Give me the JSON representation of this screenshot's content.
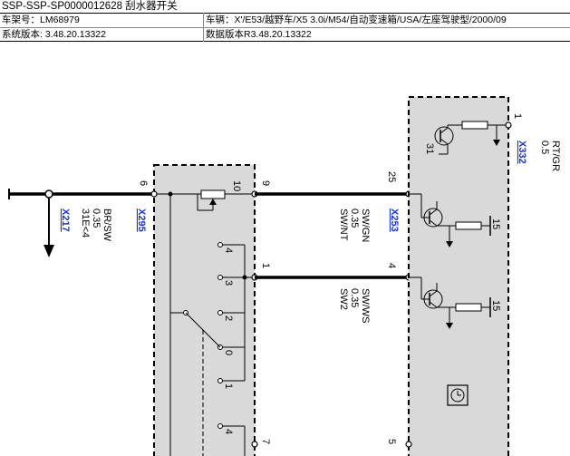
{
  "header": {
    "title": "SSP-SSP-SP0000012628 刮水器开关",
    "frame_no": "车架号：LM68979",
    "vehicle": "车辆：X'/E53/越野车/X5 3.0i/M54/自动变速箱/USA/左座驾驶型/2000/09",
    "system_version": "系统版本: 3.48.20.13322",
    "data_version": "数据版本R3.48.20.13322"
  },
  "wires": {
    "left": {
      "connector": "X217",
      "pin_code": "31E<4",
      "gauge": "0.35",
      "color": "BR/SW"
    },
    "middle_top": {
      "gauge": "0.35",
      "signal": "SW/NT",
      "color": "SW/GN"
    },
    "middle_bottom": {
      "gauge": "0.35",
      "signal": "SW2",
      "color": "SW/WS"
    },
    "right": {
      "gauge": "0.5",
      "color": "RT/GR"
    }
  },
  "connectors": {
    "x295": "X295",
    "x253": "X253",
    "x332": "X332"
  },
  "switch_pins": {
    "p6": "6",
    "p10": "10",
    "p9": "9",
    "p1": "1",
    "p7": "7"
  },
  "switch_contacts": {
    "c4a": "4",
    "c3": "3",
    "c2": "2",
    "c0": "0",
    "c1": "1",
    "c4b": "4"
  },
  "module_pins": {
    "p25": "25",
    "p4": "4",
    "p5": "5",
    "p1": "1"
  },
  "module_labels": {
    "g31": "31",
    "v15a": "15",
    "v15b": "15"
  }
}
